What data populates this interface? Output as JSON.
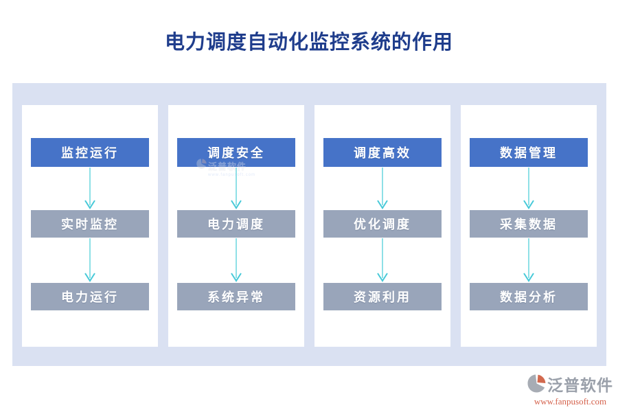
{
  "title": "电力调度自动化监控系统的作用",
  "columns": [
    {
      "header": "监控运行",
      "steps": [
        "实时监控",
        "电力运行"
      ]
    },
    {
      "header": "调度安全",
      "steps": [
        "电力调度",
        "系统异常"
      ]
    },
    {
      "header": "调度高效",
      "steps": [
        "优化调度",
        "资源利用"
      ]
    },
    {
      "header": "数据管理",
      "steps": [
        "采集数据",
        "数据分析"
      ]
    }
  ],
  "watermark": {
    "text": "泛普软件",
    "subtext": "www.fanpusoft.com"
  },
  "logo": {
    "name": "泛普软件",
    "url": "www.fanpusoft.com"
  },
  "colors": {
    "title_blue": "#1f3d8c",
    "panel_bg": "#dae1f2",
    "header_blue": "#4673c8",
    "step_gray": "#99a5ba",
    "arrow_teal": "#46c9d8",
    "logo_gray": "#9aa0aa",
    "logo_orange": "#d2694e"
  }
}
